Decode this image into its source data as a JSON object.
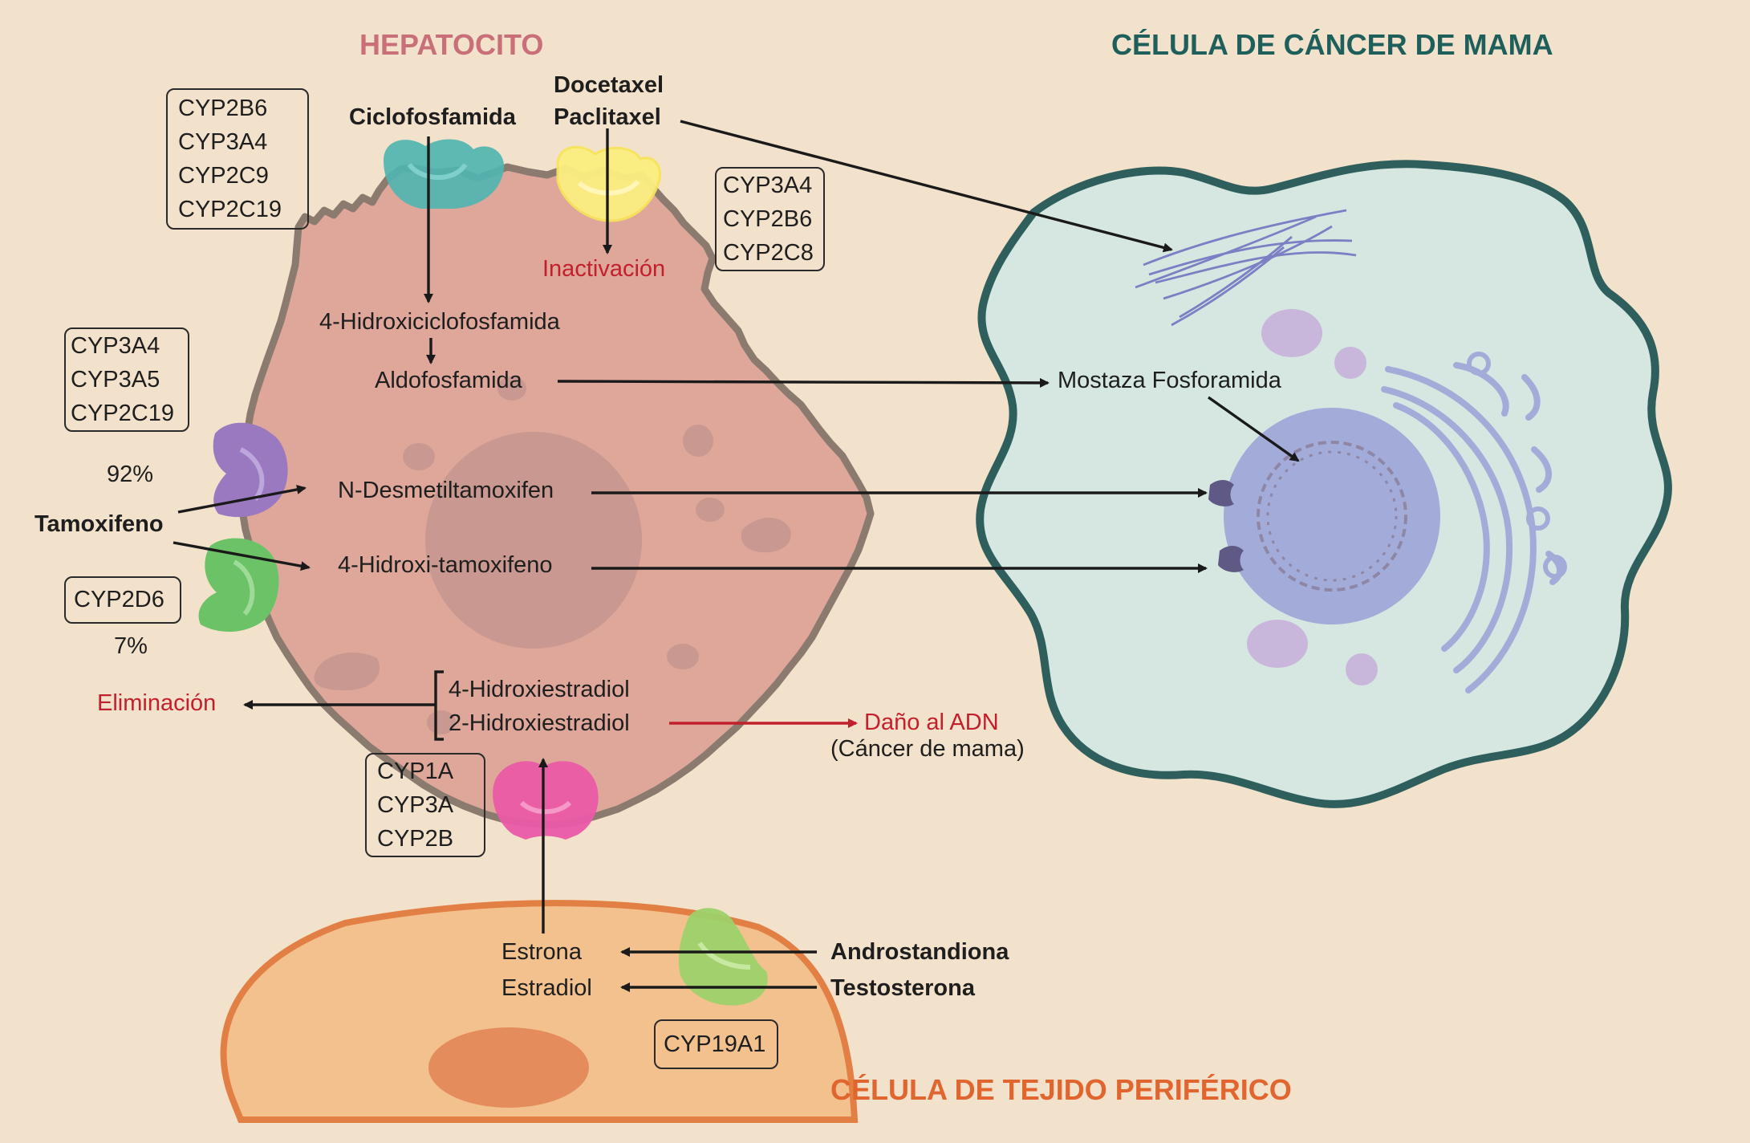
{
  "titles": {
    "hepatocyte": "HEPATOCITO",
    "cancer_cell": "CÉLULA DE CÁNCER DE MAMA",
    "peripheral_cell": "CÉLULA DE TEJIDO PERIFÉRICO"
  },
  "enzyme_boxes": {
    "cyclophosphamide": [
      "CYP2B6",
      "CYP3A4",
      "CYP2C9",
      "CYP2C19"
    ],
    "taxanes": [
      "CYP3A4",
      "CYP2B6",
      "CYP2C8"
    ],
    "tamoxifen_major": [
      "CYP3A4",
      "CYP3A5",
      "CYP2C19"
    ],
    "tamoxifen_minor": [
      "CYP2D6"
    ],
    "estrogen": [
      "CYP1A",
      "CYP3A",
      "CYP2B"
    ],
    "aromatase": [
      "CYP19A1"
    ]
  },
  "drugs": {
    "cyclophosphamide": "Ciclofosfamida",
    "docetaxel": "Docetaxel",
    "paclitaxel": "Paclitaxel",
    "tamoxifen": "Tamoxifeno",
    "androstenedione": "Androstandiona",
    "testosterone": "Testosterona"
  },
  "metabolites": {
    "hydroxycyclophosphamide": "4-Hidroxiciclofosfamida",
    "aldophosphamide": "Aldofosfamida",
    "phosphoramide_mustard": "Mostaza Fosforamida",
    "n_desmethyltamoxifen": "N-Desmetiltamoxifen",
    "hydroxytamoxifen": "4-Hidroxi-tamoxifeno",
    "hydroxyestradiol_4": "4-Hidroxiestradiol",
    "hydroxyestradiol_2": "2-Hidroxiestradiol",
    "estrone": "Estrona",
    "estradiol": "Estradiol"
  },
  "outcomes": {
    "inactivation": "Inactivación",
    "elimination": "Eliminación",
    "dna_damage": "Daño al ADN",
    "breast_cancer": "(Cáncer de mama)"
  },
  "percentages": {
    "major_pathway": "92%",
    "minor_pathway": "7%"
  },
  "colors": {
    "background": "#f3e2cb",
    "hepatocyte_fill": "#dea79a",
    "hepatocyte_border": "#8b7b6e",
    "cancer_cell_fill": "#d6e7e1",
    "cancer_cell_border": "#2e5f5c",
    "nucleus": "#a3acd9",
    "peripheral_cell_fill": "#f2c18e",
    "peripheral_cell_border": "#e27f44",
    "hepatocyte_title": "#c86f78",
    "cancer_title": "#1e5f5c",
    "peripheral_title": "#e0652e",
    "outcome_red": "#c2202d"
  }
}
